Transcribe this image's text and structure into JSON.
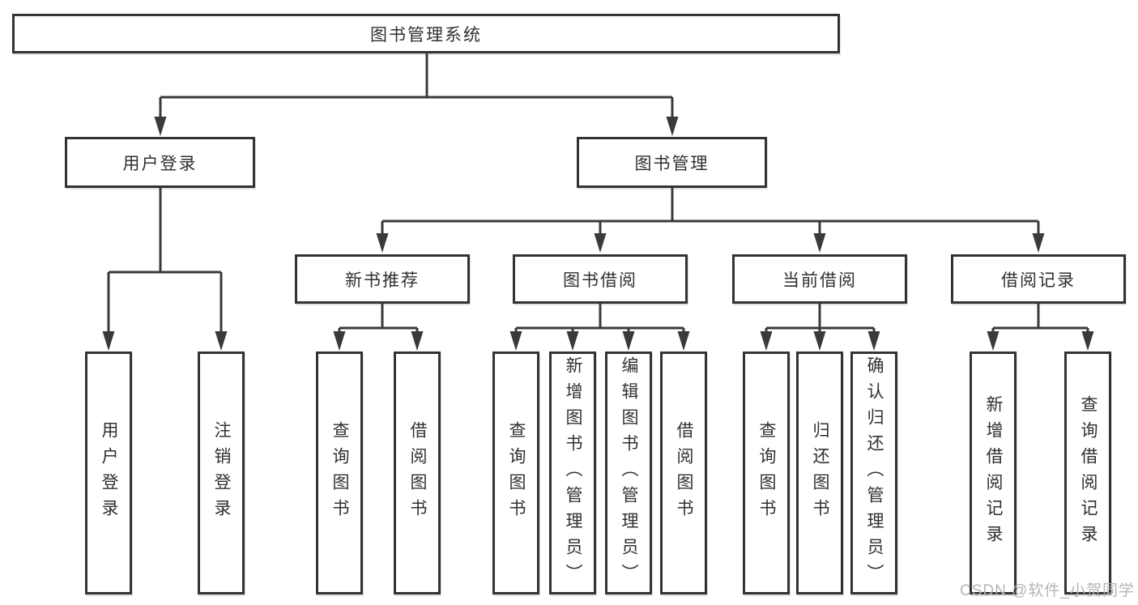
{
  "diagram": {
    "root": {
      "label": "图书管理系统"
    },
    "branches": [
      {
        "label": "用户登录",
        "children": [
          {
            "label": "用户登录"
          },
          {
            "label": "注销登录"
          }
        ]
      },
      {
        "label": "图书管理",
        "children": [
          {
            "label": "新书推荐",
            "children": [
              {
                "label": "查询图书"
              },
              {
                "label": "借阅图书"
              }
            ]
          },
          {
            "label": "图书借阅",
            "children": [
              {
                "label": "查询图书"
              },
              {
                "label": "新增图书（管理员）"
              },
              {
                "label": "编辑图书（管理员）"
              },
              {
                "label": "借阅图书"
              }
            ]
          },
          {
            "label": "当前借阅",
            "children": [
              {
                "label": "查询图书"
              },
              {
                "label": "归还图书"
              },
              {
                "label": "确认归还（管理员）"
              }
            ]
          },
          {
            "label": "借阅记录",
            "children": [
              {
                "label": "新增借阅记录"
              },
              {
                "label": "查询借阅记录"
              }
            ]
          }
        ]
      }
    ]
  },
  "watermark": {
    "text": "CSDN @软件_小贺同学"
  },
  "colors": {
    "line": "#3a3a3a",
    "border": "#333333",
    "text": "#303030",
    "watermark": "#b5b5b5",
    "background": "#ffffff"
  }
}
